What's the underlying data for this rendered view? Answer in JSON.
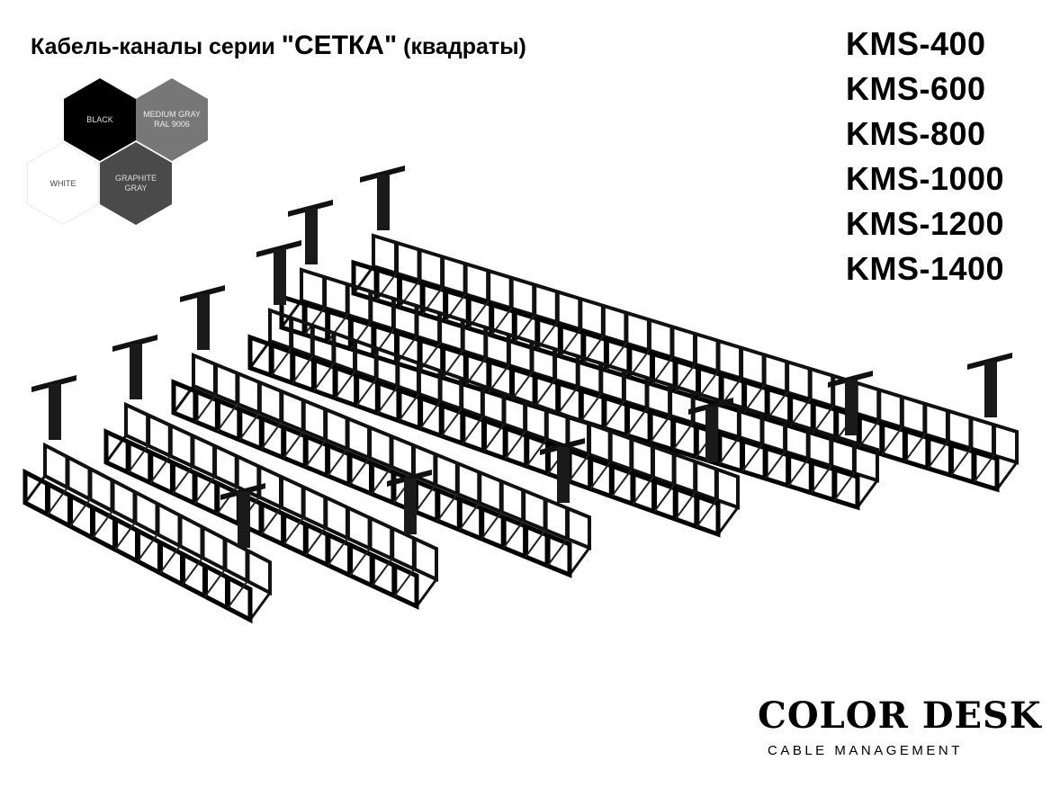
{
  "title": {
    "prefix": "Кабель-каналы серии ",
    "series": "\"СЕТКА\"",
    "suffix": " (квадраты)"
  },
  "models": [
    "KMS-400",
    "KMS-600",
    "KMS-800",
    "KMS-1000",
    "KMS-1200",
    "KMS-1400"
  ],
  "colors": [
    {
      "label": "BLACK",
      "hex": "#000000"
    },
    {
      "label": "MEDIUM GRAY",
      "label2": "RAL 9006",
      "hex": "#777777"
    },
    {
      "label": "WHITE",
      "hex": "#ffffff"
    },
    {
      "label": "GRAPHITE",
      "label2": "GRAY",
      "hex": "#4a4a4a"
    }
  ],
  "brand": {
    "name": "COLOR DESK",
    "tagline": "CABLE MANAGEMENT"
  }
}
